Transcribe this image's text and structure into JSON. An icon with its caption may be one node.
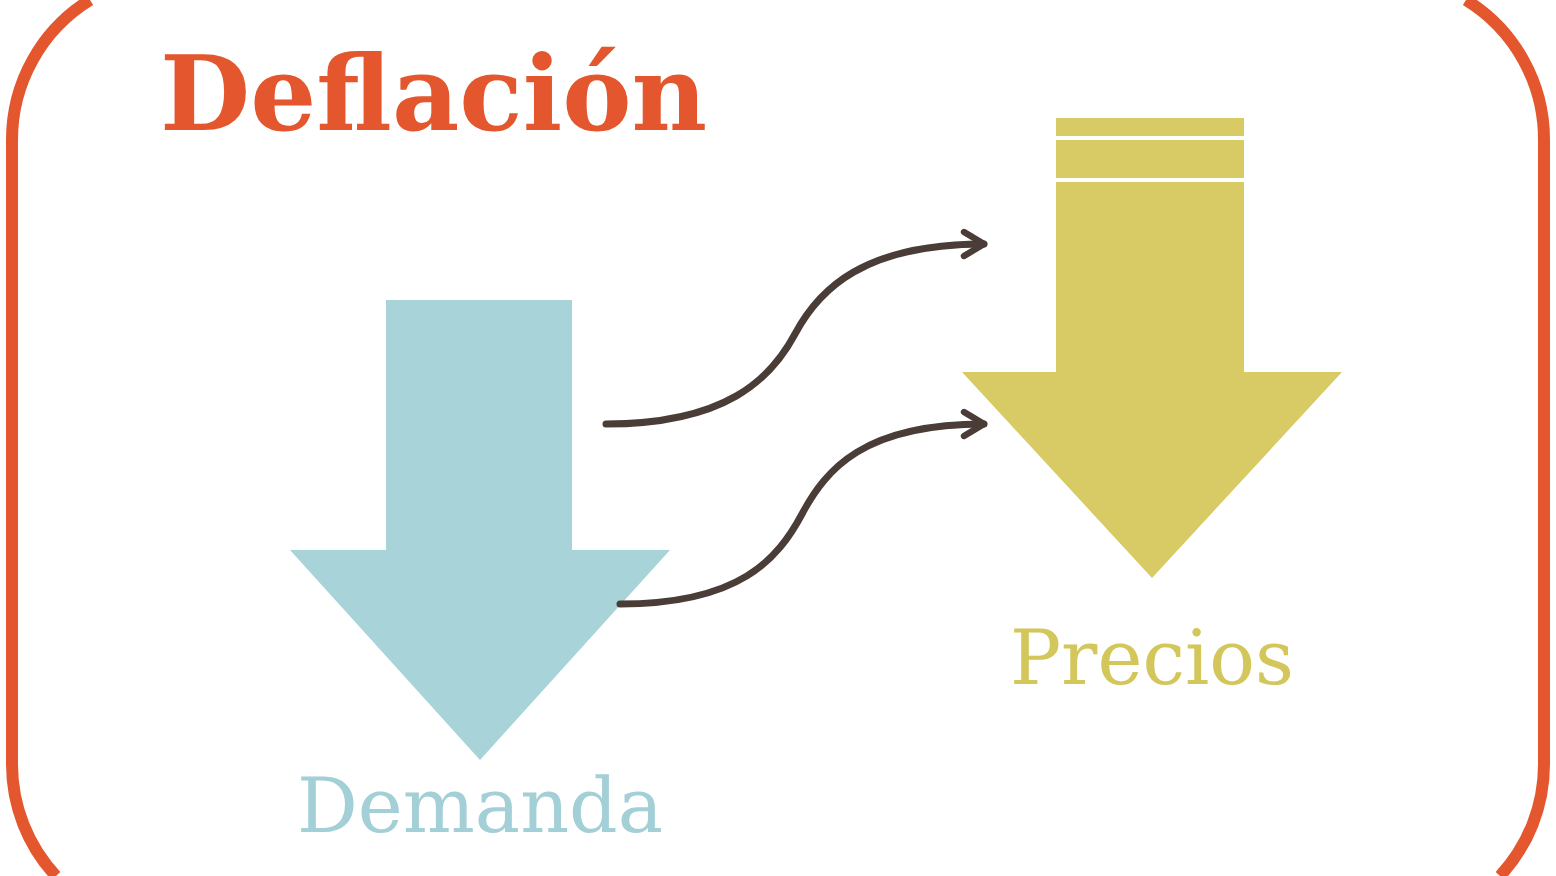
{
  "diagram": {
    "title": "Deflación",
    "nodes": [
      {
        "text": [
          "Demanda"
        ]
      },
      {
        "text": [
          "Precios"
        ]
      }
    ],
    "edges": [
      {
        "from": 0,
        "to": 1,
        "arrow": "to"
      },
      {
        "from": 0,
        "to": 1,
        "arrow": "to"
      }
    ]
  }
}
